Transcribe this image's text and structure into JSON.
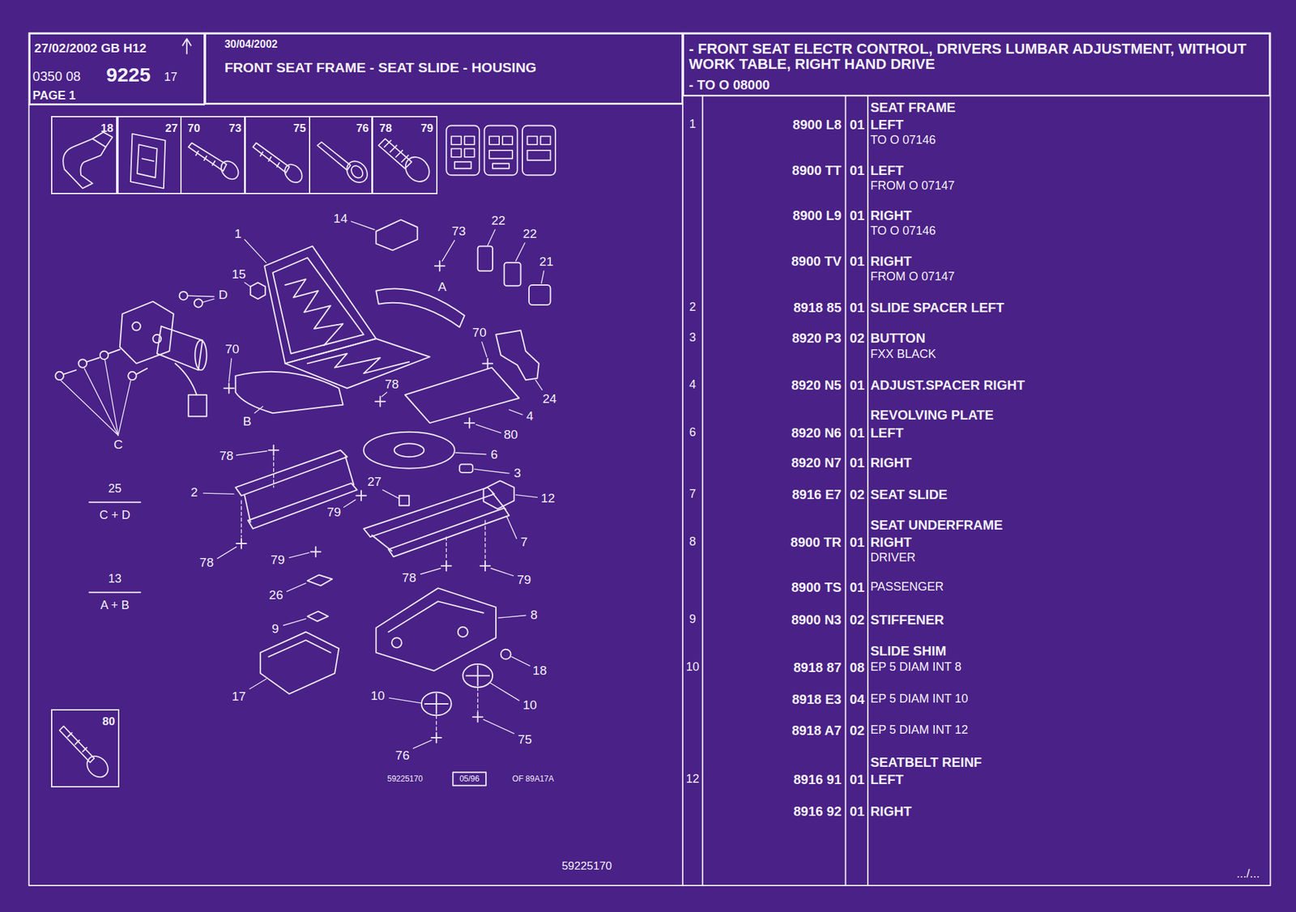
{
  "diagram": {
    "nodes": [
      {
        "text": [
          "27/02/2002 GB H12",
          "0350 08",
          "9225",
          "17",
          "PAGE 1"
        ]
      },
      {
        "text": [
          "30/04/2002",
          "FRONT SEAT FRAME - SEAT SLIDE - HOUSING"
        ]
      },
      {
        "text": [
          "- FRONT SEAT ELECTR CONTROL, DRIVERS LUMBAR ADJUSTMENT, WITHOUT WORK TABLE, RIGHT HAND DRIVE",
          "- TO O 08000"
        ]
      },
      {
        "text": [
          "18"
        ]
      },
      {
        "text": [
          "27"
        ]
      },
      {
        "text": [
          "70",
          "73"
        ]
      },
      {
        "text": [
          "75"
        ]
      },
      {
        "text": [
          "76"
        ]
      },
      {
        "text": [
          "78",
          "79"
        ]
      },
      {
        "text": [
          "80"
        ]
      }
    ],
    "labels": [
      "SEAT FRAME",
      "1",
      "8900 L8",
      "01",
      "LEFT",
      "TO O 07146",
      "8900 TT",
      "01",
      "LEFT",
      "FROM O 07147",
      "8900 L9",
      "01",
      "RIGHT",
      "TO O 07146",
      "8900 TV",
      "01",
      "RIGHT",
      "FROM O 07147",
      "2",
      "8918 85",
      "01",
      "SLIDE SPACER LEFT",
      "3",
      "8920 P3",
      "02",
      "BUTTON",
      "FXX BLACK",
      "4",
      "8920 N5",
      "01",
      "ADJUST.SPACER RIGHT",
      "REVOLVING PLATE",
      "6",
      "8920 N6",
      "01",
      "LEFT",
      "8920 N7",
      "01",
      "RIGHT",
      "7",
      "8916 E7",
      "02",
      "SEAT SLIDE",
      "SEAT UNDERFRAME",
      "8",
      "8900 TR",
      "01",
      "RIGHT",
      "DRIVER",
      "8900 TS",
      "01",
      "PASSENGER",
      "9",
      "8900 N3",
      "02",
      "STIFFENER",
      "SLIDE SHIM",
      "10",
      "8918 87",
      "08",
      "EP 5 DIAM INT 8",
      "8918 E3",
      "04",
      "EP 5 DIAM INT 10",
      "8918 A7",
      "02",
      "EP 5 DIAM INT 12",
      "SEATBELT REINF",
      "12",
      "8916 91",
      "01",
      "LEFT",
      "8916 92",
      "01",
      "RIGHT",
      ".../...",
      "59225170",
      "59225170",
      "05/96",
      "OF 89A17A",
      "25",
      "C + D",
      "13",
      "A + B",
      "1",
      "14",
      "73",
      "22",
      "22",
      "21",
      "15",
      "D",
      "A",
      "70",
      "70",
      "78",
      "24",
      "B",
      "4",
      "80",
      "C",
      "78",
      "6",
      "3",
      "2",
      "27",
      "12",
      "79",
      "7",
      "78",
      "79",
      "78",
      "79",
      "26",
      "9",
      "8",
      "18",
      "17",
      "10",
      "10",
      "75",
      "76"
    ]
  }
}
